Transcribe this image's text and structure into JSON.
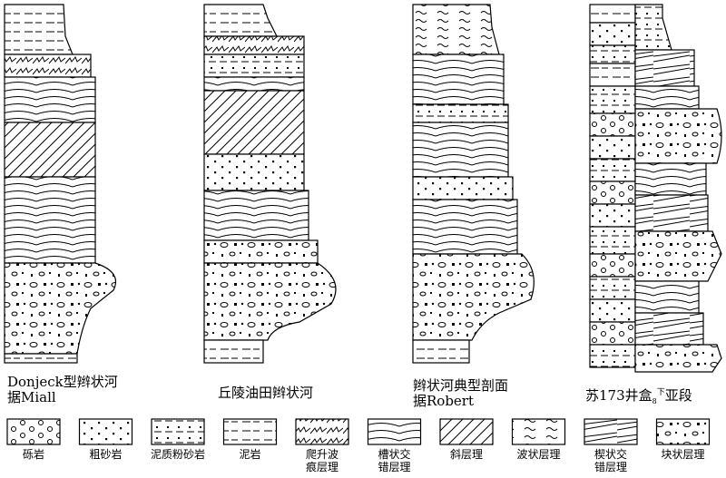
{
  "columns": [
    {
      "id": "donjeck",
      "caption_line1": "Donjeck型辫状河",
      "caption_line2": "据Miall"
    },
    {
      "id": "qiuling",
      "caption_line1": "丘陵油田辫状河",
      "caption_line2": ""
    },
    {
      "id": "typical",
      "caption_line1": "辫状河典型剖面",
      "caption_line2": "据Robert"
    },
    {
      "id": "su173",
      "caption_prefix": "苏173井盒",
      "caption_sub": "8",
      "caption_sup": "下",
      "caption_suffix": "亚段"
    }
  ],
  "legend": [
    {
      "key": "gravel",
      "label_line1": "砾岩",
      "label_line2": ""
    },
    {
      "key": "coarse-sand",
      "label_line1": "粗砂岩",
      "label_line2": ""
    },
    {
      "key": "muddy-silt",
      "label_line1": "泥质粉砂岩",
      "label_line2": ""
    },
    {
      "key": "mudstone",
      "label_line1": "泥岩",
      "label_line2": ""
    },
    {
      "key": "climbing-ripple",
      "label_line1": "爬升波",
      "label_line2": "痕层理"
    },
    {
      "key": "trough-cross",
      "label_line1": "槽状交",
      "label_line2": "错层理"
    },
    {
      "key": "oblique",
      "label_line1": "斜层理",
      "label_line2": ""
    },
    {
      "key": "wavy",
      "label_line1": "波状层理",
      "label_line2": ""
    },
    {
      "key": "wedge-cross",
      "label_line1": "楔状交",
      "label_line2": "错层理"
    },
    {
      "key": "massive",
      "label_line1": "块状层理",
      "label_line2": ""
    }
  ]
}
